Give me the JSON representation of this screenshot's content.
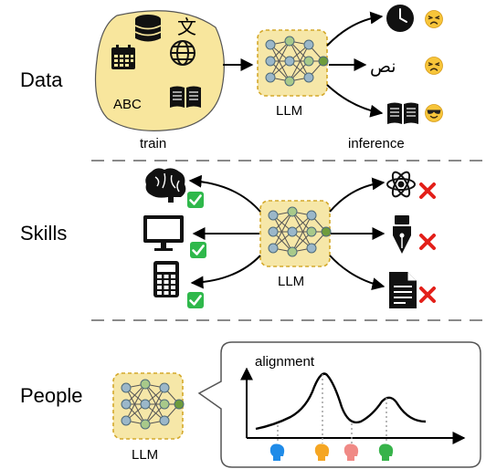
{
  "sections": {
    "data": "Data",
    "skills": "Skills",
    "people": "People"
  },
  "data_row": {
    "blob_label": "ABC",
    "llm_label": "LLM",
    "train_label": "train",
    "inference_label": "inference",
    "chinese_char": "文",
    "arabic_text": "نص"
  },
  "skills_row": {
    "llm_label": "LLM"
  },
  "people_row": {
    "llm_label": "LLM",
    "chart_title": "alignment"
  },
  "colors": {
    "llm_fill": "#f6e7a8",
    "llm_border": "#d4a82a",
    "blob_fill": "#f8e69d",
    "check_green": "#2fb84b",
    "cross_red": "#e3201a",
    "emoji_yellow": "#f7c53a",
    "person_blue": "#1f8be8",
    "person_orange": "#f5a623",
    "person_pink": "#f08a86",
    "person_green": "#37b34a",
    "node_blue": "#9bb7c9",
    "node_green": "#a8c98a",
    "node_dark_green": "#6e9c3c",
    "dash_gray": "#8a8a8a"
  },
  "icons": [
    "database-icon",
    "calendar-icon",
    "globe-icon",
    "book-icon",
    "clock-icon",
    "sad-face-icon",
    "cool-face-icon",
    "brain-icon",
    "monitor-icon",
    "calculator-icon",
    "atom-icon",
    "fountain-pen-icon",
    "document-icon",
    "check-icon",
    "cross-icon",
    "person-head-icon",
    "neural-network-icon"
  ]
}
